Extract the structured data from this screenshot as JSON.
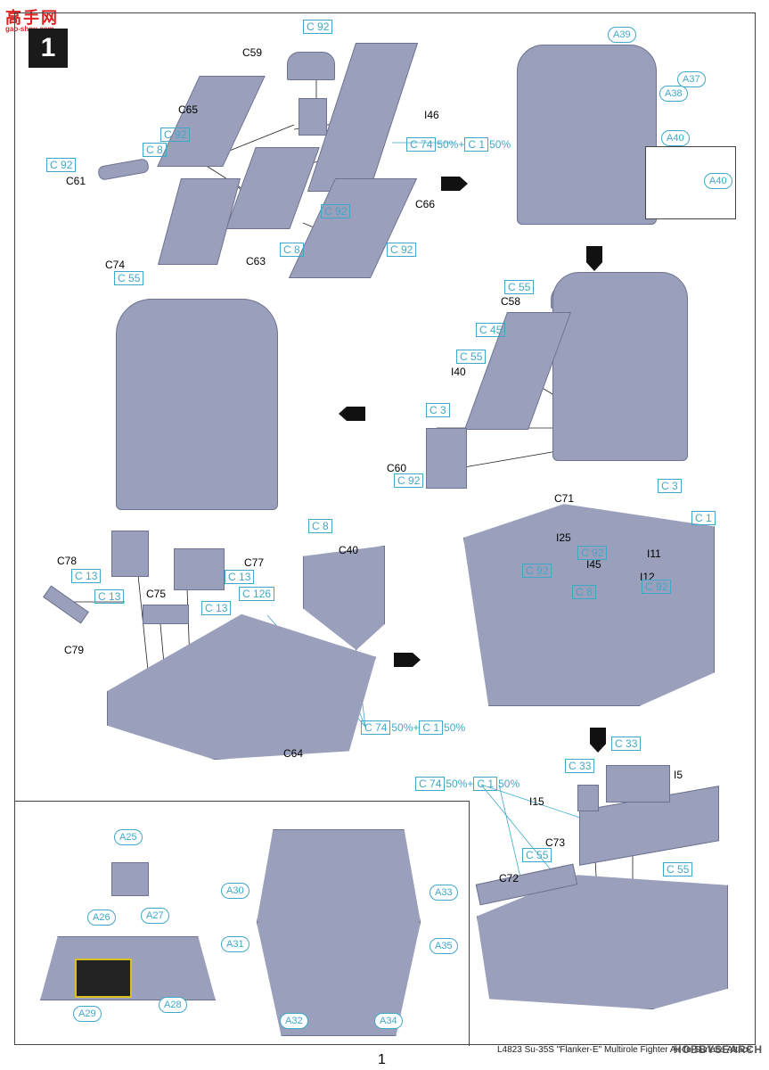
{
  "watermark": {
    "logo_text": "高手网",
    "logo_url": "gao-shou.com",
    "corner_text": "HOBBYSEARCH"
  },
  "step_number": "1",
  "footer": {
    "text": "L4823  Su-35S  \"Flanker-E\"  Multirole Fighter Air-to-Surface Attack",
    "page": "1"
  },
  "labels": {
    "c59": "C59",
    "c65": "C65",
    "c61": "C61",
    "i46": "I46",
    "c66": "C66",
    "c74": "C74",
    "c63": "C63",
    "c58": "C58",
    "i40": "I40",
    "c60": "C60",
    "c71": "C71",
    "i25": "I25",
    "i11": "I11",
    "i45": "I45",
    "i12": "I12",
    "c78": "C78",
    "c77": "C77",
    "c75": "C75",
    "c79": "C79",
    "c40": "C40",
    "c64": "C64",
    "i5": "I5",
    "i15": "I15",
    "c73": "C73",
    "c72": "C72"
  },
  "colors": {
    "c92a": "92",
    "c92b": "92",
    "c8a": "8",
    "c92c": "92",
    "c74mix": "74",
    "c1mix": "1",
    "c92d": "92",
    "c8b": "8",
    "c92e": "92",
    "c55a": "55",
    "c55b": "55",
    "c45": "45",
    "c55c": "55",
    "c3a": "3",
    "c92f": "92",
    "c3b": "3",
    "c1b": "1",
    "c92g": "92",
    "c92h": "92",
    "c8c": "8",
    "c92i": "92",
    "c8d": "8",
    "c13a": "13",
    "c13b": "13",
    "c13c": "13",
    "c13d": "13",
    "c126": "126",
    "c74mix2": "74",
    "c1mix2": "1",
    "c33a": "33",
    "c33b": "33",
    "c74mix3": "74",
    "c1mix3": "1",
    "c55d": "55",
    "c55e": "55"
  },
  "color_prefix": "C",
  "mix_text": "50%+",
  "mix_text_end": "50%",
  "decals": [
    "A39",
    "A37",
    "A38",
    "A40",
    "A40",
    "A25",
    "A26",
    "A27",
    "A29",
    "A28",
    "A30",
    "A31",
    "A32",
    "A33",
    "A35",
    "A34"
  ]
}
